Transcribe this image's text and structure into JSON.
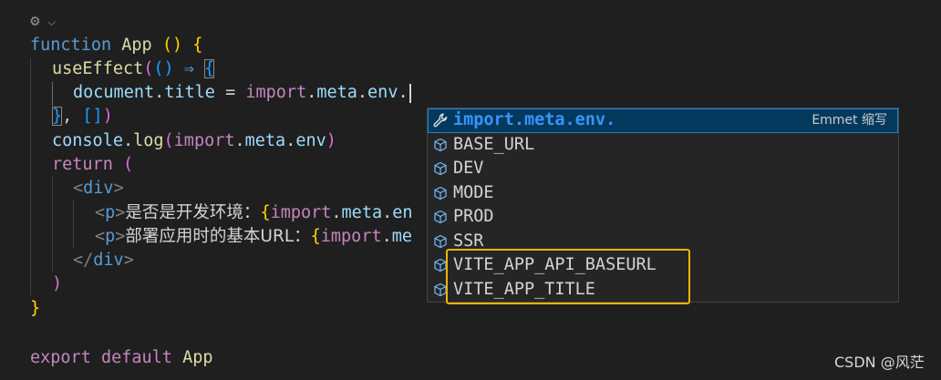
{
  "editor": {
    "lines": {
      "l1": {
        "kw": "function",
        "name": "App",
        "sp1": " ",
        "sp2": " ",
        "p1": "(",
        "p2": ")",
        "b": "{"
      },
      "l2": {
        "fn": "useEffect",
        "p1": "(",
        "p2": "(",
        "p3": ")",
        "arrow": " ⇒ ",
        "b": "{"
      },
      "l3": {
        "obj": "document",
        "dot1": ".",
        "prop": "title",
        "eq": " = ",
        "imp": "import",
        "dot2": ".",
        "meta": "meta",
        "dot3": ".",
        "env": "env",
        "dot4": "."
      },
      "l4": {
        "b": "}",
        "comma": ", ",
        "arr": "[]",
        "p": ")"
      },
      "l5": {
        "obj": "console",
        "dot1": ".",
        "fn": "log",
        "p1": "(",
        "imp": "import",
        "dot2": ".",
        "meta": "meta",
        "dot3": ".",
        "env": "env",
        "p2": ")"
      },
      "l6": {
        "kw": "return",
        "sp": " ",
        "p": "("
      },
      "l7": {
        "open": "<",
        "tag": "div",
        "close": ">"
      },
      "l8": {
        "open": "<",
        "tag": "p",
        "close": ">",
        "text": "是否是开发环境：",
        "b": "{",
        "imp": "import",
        "dot2": ".",
        "meta": "meta",
        "dot3": ".",
        "env": "en"
      },
      "l9": {
        "open": "<",
        "tag": "p",
        "close": ">",
        "text": "部署应用时的基本URL：",
        "b": "{",
        "imp": "import",
        "dot2": ".",
        "meta": "me"
      },
      "l10": {
        "open": "</",
        "tag": "div",
        "close": ">"
      },
      "l11": {
        "p": ")"
      },
      "l12": {
        "b": "}"
      },
      "l14": {
        "kw1": "export",
        "sp1": " ",
        "kw2": "default",
        "sp2": " ",
        "name": "App"
      }
    }
  },
  "suggest": {
    "items": [
      {
        "label": "import.meta.env.",
        "detail": "Emmet 缩写",
        "icon": "wrench-icon",
        "selected": true
      },
      {
        "label": "BASE_URL",
        "icon": "cube-icon"
      },
      {
        "label": "DEV",
        "icon": "cube-icon"
      },
      {
        "label": "MODE",
        "icon": "cube-icon"
      },
      {
        "label": "PROD",
        "icon": "cube-icon"
      },
      {
        "label": "SSR",
        "icon": "cube-icon"
      },
      {
        "label": "VITE_APP_API_BASEURL",
        "icon": "cube-icon"
      },
      {
        "label": "VITE_APP_TITLE",
        "icon": "cube-icon"
      }
    ]
  },
  "highlight_color": "#f0b400",
  "watermark": "CSDN @风茫"
}
